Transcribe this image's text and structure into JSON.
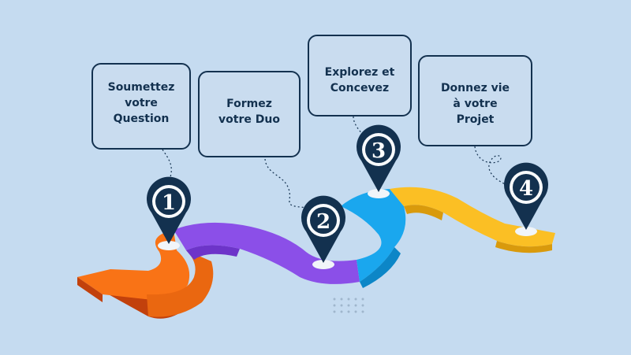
{
  "colors": {
    "background": "#c5dbf0",
    "navy": "#13314f",
    "segment_1": "#f97316",
    "segment_2": "#8b4fe8",
    "segment_3": "#1aa7ee",
    "segment_4": "#fbbf24"
  },
  "steps": [
    {
      "number": "1",
      "label": "Soumettez\nvotre\nQuestion"
    },
    {
      "number": "2",
      "label": "Formez\nvotre Duo"
    },
    {
      "number": "3",
      "label": "Explorez et\nConcevez"
    },
    {
      "number": "4",
      "label": "Donnez vie\nà votre\nProjet"
    }
  ]
}
